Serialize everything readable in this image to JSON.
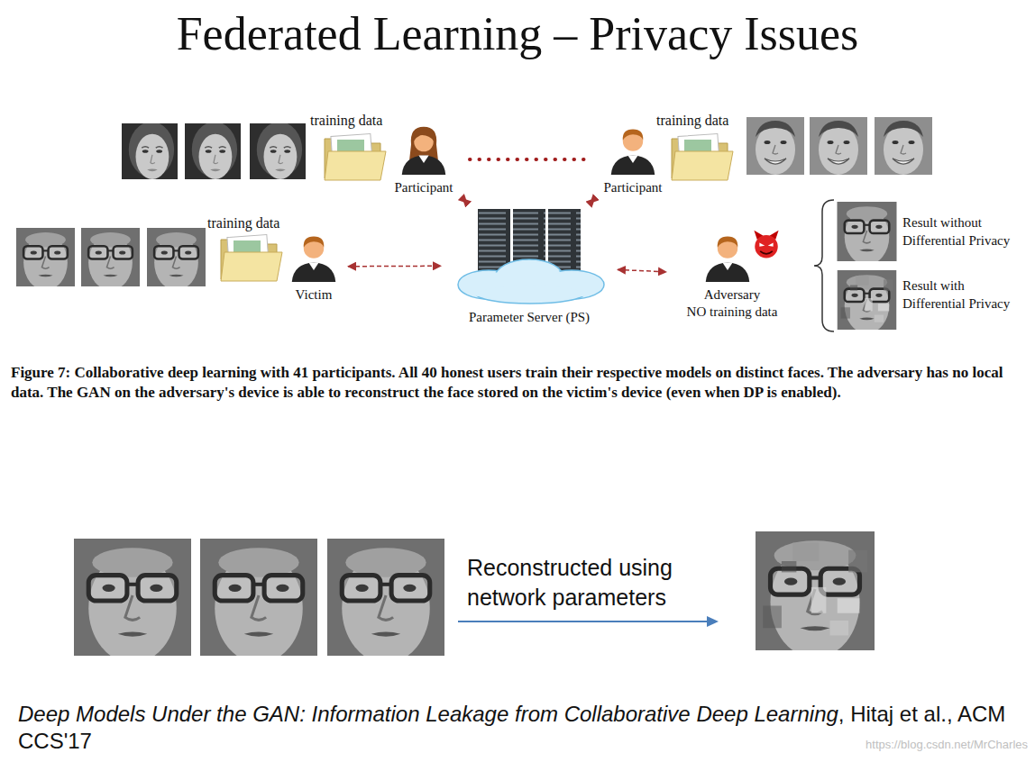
{
  "diagram": {
    "title": "Federated Learning – Privacy Issues",
    "caption": "Figure 7: Collaborative deep learning with 41 participants. All 40 honest users train their respective models on distinct faces. The adversary has no local data. The GAN on the adversary's device is able to reconstruct the face stored on the victim's device (even when DP is enabled).",
    "nodes": [
      {
        "text": [
          "Participant"
        ]
      },
      {
        "text": [
          "Participant"
        ]
      },
      {
        "text": [
          "Victim"
        ]
      },
      {
        "text": [
          "Parameter Server (PS)"
        ]
      },
      {
        "text": [
          "Adversary",
          "NO training data"
        ]
      }
    ],
    "edges": [
      {
        "from": 0,
        "to": 1,
        "arrow": "none"
      },
      {
        "from": 0,
        "to": 3,
        "arrow": "both"
      },
      {
        "from": 1,
        "to": 3,
        "arrow": "both"
      },
      {
        "from": 2,
        "to": 3,
        "arrow": "both"
      },
      {
        "from": 3,
        "to": 4,
        "arrow": "both"
      }
    ],
    "labels": [
      "training data",
      "training data",
      "training data",
      "Result without Differential Privacy",
      "Result with Differential Privacy",
      "Reconstructed using network parameters",
      "Deep Models Under the GAN: Information Leakage from Collaborative Deep Learning",
      ", Hitaj et al., ACM CCS'17",
      "https://blog.csdn.net/MrCharles"
    ]
  }
}
